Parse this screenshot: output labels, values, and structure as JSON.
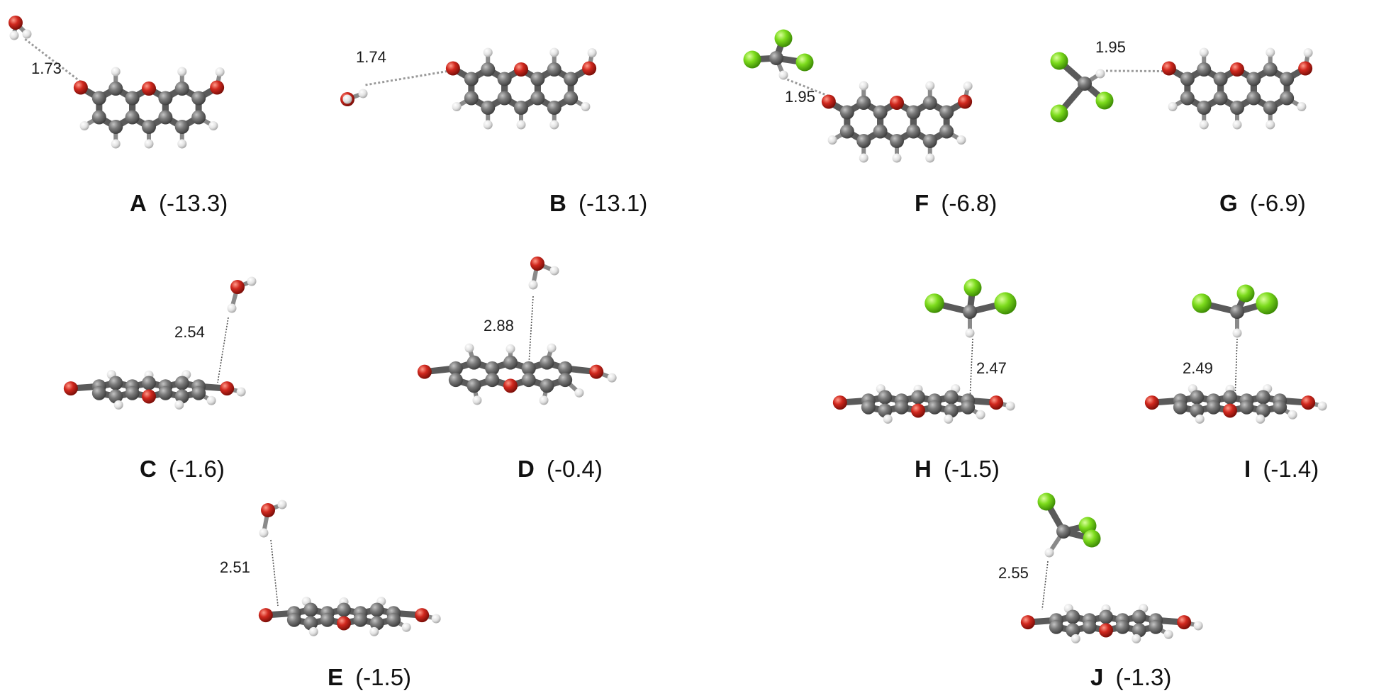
{
  "colors": {
    "carbon": "#6f6f6f",
    "hydrogen": "#e3e3e3",
    "oxygen": "#d0281e",
    "chlorine": "#7cdb1c",
    "bond": "#5a5a5a"
  },
  "panels": [
    {
      "id": "A",
      "label": "A",
      "energy": "(-13.3)",
      "distance": "1.73",
      "solvent": "water",
      "view": "top"
    },
    {
      "id": "B",
      "label": "B",
      "energy": "(-13.1)",
      "distance": "1.74",
      "solvent": "water",
      "view": "top"
    },
    {
      "id": "F",
      "label": "F",
      "energy": "(-6.8)",
      "distance": "1.95",
      "solvent": "chloroform",
      "view": "top"
    },
    {
      "id": "G",
      "label": "G",
      "energy": "(-6.9)",
      "distance": "1.95",
      "solvent": "chloroform",
      "view": "top"
    },
    {
      "id": "C",
      "label": "C",
      "energy": "(-1.6)",
      "distance": "2.54",
      "solvent": "water",
      "view": "side"
    },
    {
      "id": "D",
      "label": "D",
      "energy": "(-0.4)",
      "distance": "2.88",
      "solvent": "water",
      "view": "side"
    },
    {
      "id": "H",
      "label": "H",
      "energy": "(-1.5)",
      "distance": "2.47",
      "solvent": "chloroform",
      "view": "side"
    },
    {
      "id": "I",
      "label": "I",
      "energy": "(-1.4)",
      "distance": "2.49",
      "solvent": "chloroform",
      "view": "side"
    },
    {
      "id": "E",
      "label": "E",
      "energy": "(-1.5)",
      "distance": "2.51",
      "solvent": "water",
      "view": "side"
    },
    {
      "id": "J",
      "label": "J",
      "energy": "(-1.3)",
      "distance": "2.55",
      "solvent": "chloroform",
      "view": "side"
    }
  ]
}
